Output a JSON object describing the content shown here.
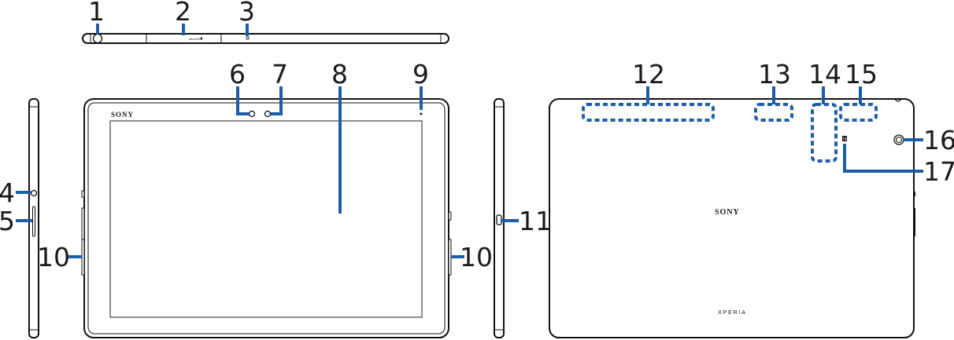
{
  "diagram": {
    "title": "Xperia Z4 Tablet parts diagram",
    "leader_color": "#1b5ea6",
    "outline_color": "#111111",
    "views": {
      "top_edge": {
        "labels": [
          "1",
          "2",
          "3"
        ],
        "slot_text": "microSD"
      },
      "left_side": {
        "labels": [
          "4",
          "5"
        ]
      },
      "front": {
        "labels": [
          "6",
          "7",
          "8",
          "9",
          "10"
        ],
        "brand": "SONY"
      },
      "right_side": {
        "labels": [
          "11"
        ]
      },
      "back": {
        "labels": [
          "12",
          "13",
          "14",
          "15",
          "16",
          "17"
        ],
        "brand": "SONY",
        "model": "XPERIA"
      }
    },
    "callouts": [
      {
        "id": "1",
        "text": "1"
      },
      {
        "id": "2",
        "text": "2"
      },
      {
        "id": "3",
        "text": "3"
      },
      {
        "id": "4",
        "text": "4"
      },
      {
        "id": "5",
        "text": "5"
      },
      {
        "id": "6",
        "text": "6"
      },
      {
        "id": "7",
        "text": "7"
      },
      {
        "id": "8",
        "text": "8"
      },
      {
        "id": "9",
        "text": "9"
      },
      {
        "id": "10",
        "text": "10"
      },
      {
        "id": "11",
        "text": "11"
      },
      {
        "id": "12",
        "text": "12"
      },
      {
        "id": "13",
        "text": "13"
      },
      {
        "id": "14",
        "text": "14"
      },
      {
        "id": "15",
        "text": "15"
      },
      {
        "id": "16",
        "text": "16"
      },
      {
        "id": "17",
        "text": "17"
      }
    ]
  }
}
